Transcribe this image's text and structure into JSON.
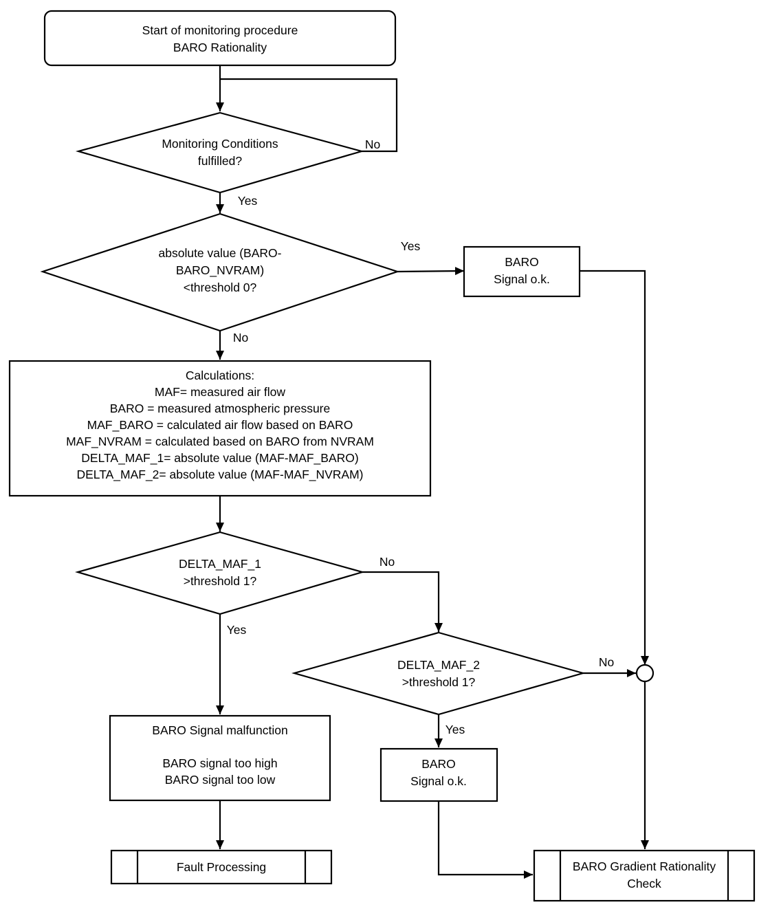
{
  "start": {
    "lines": [
      "Start of monitoring procedure",
      "BARO Rationality"
    ]
  },
  "decision_conditions": {
    "lines": [
      "Monitoring Conditions",
      "fulfilled?"
    ],
    "yes_label": "Yes",
    "no_label": "No"
  },
  "decision_abs": {
    "lines": [
      "absolute value (BARO-",
      "BARO_NVRAM)",
      "<threshold 0?"
    ],
    "yes_label": "Yes",
    "no_label": "No"
  },
  "process_ok_top": {
    "lines": [
      "BARO",
      "Signal o.k."
    ]
  },
  "calculations": {
    "lines": [
      "Calculations:",
      "MAF= measured air flow",
      "BARO = measured atmospheric pressure",
      "MAF_BARO = calculated air flow based on BARO",
      "MAF_NVRAM = calculated based on BARO from NVRAM",
      "DELTA_MAF_1= absolute value (MAF-MAF_BARO)",
      "DELTA_MAF_2= absolute value (MAF-MAF_NVRAM)"
    ]
  },
  "decision_delta1": {
    "lines": [
      "DELTA_MAF_1",
      ">threshold 1?"
    ],
    "yes_label": "Yes",
    "no_label": "No"
  },
  "decision_delta2": {
    "lines": [
      "DELTA_MAF_2",
      ">threshold 1?"
    ],
    "yes_label": "Yes",
    "no_label": "No"
  },
  "process_malfunction": {
    "lines": [
      "BARO Signal malfunction",
      "",
      "BARO signal too high",
      "BARO signal too low"
    ]
  },
  "process_ok_bottom": {
    "lines": [
      "BARO",
      "Signal o.k."
    ]
  },
  "subprocess_fault": {
    "lines": [
      "Fault Processing"
    ]
  },
  "subprocess_gradient": {
    "lines": [
      "BARO Gradient Rationality",
      "Check"
    ]
  }
}
